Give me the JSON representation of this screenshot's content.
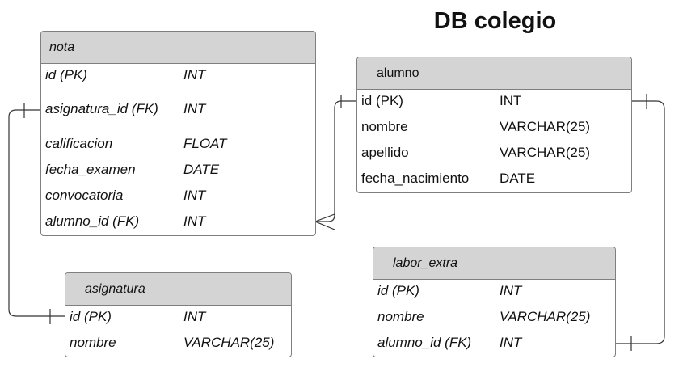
{
  "title": "DB colegio",
  "tables": {
    "nota": {
      "name": "nota",
      "rows": [
        {
          "field": "id (PK)",
          "type": "INT"
        },
        {
          "field": "asignatura_id (FK)",
          "type": "INT"
        },
        {
          "field": "calificacion",
          "type": "FLOAT"
        },
        {
          "field": "fecha_examen",
          "type": "DATE"
        },
        {
          "field": "convocatoria",
          "type": "INT"
        },
        {
          "field": "alumno_id (FK)",
          "type": "INT"
        }
      ]
    },
    "alumno": {
      "name": "alumno",
      "rows": [
        {
          "field": "id (PK)",
          "type": "INT"
        },
        {
          "field": "nombre",
          "type": "VARCHAR(25)"
        },
        {
          "field": "apellido",
          "type": "VARCHAR(25)"
        },
        {
          "field": "fecha_nacimiento",
          "type": "DATE"
        }
      ]
    },
    "asignatura": {
      "name": "asignatura",
      "rows": [
        {
          "field": "id (PK)",
          "type": "INT"
        },
        {
          "field": "nombre",
          "type": "VARCHAR(25)"
        }
      ]
    },
    "labor_extra": {
      "name": "labor_extra",
      "rows": [
        {
          "field": "id (PK)",
          "type": "INT"
        },
        {
          "field": "nombre",
          "type": "VARCHAR(25)"
        },
        {
          "field": "alumno_id (FK)",
          "type": "INT"
        }
      ]
    }
  },
  "relationships": [
    {
      "from": "nota.asignatura_id",
      "to": "asignatura.id",
      "from_end": "one",
      "to_end": "one"
    },
    {
      "from": "nota.alumno_id",
      "to": "alumno.id",
      "from_end": "many",
      "to_end": "one"
    },
    {
      "from": "alumno.id",
      "to": "labor_extra.alumno_id",
      "from_end": "one",
      "to_end": "one"
    }
  ],
  "colors": {
    "header": "#d4d4d4",
    "border": "#7f7f7f",
    "line": "#333333"
  }
}
